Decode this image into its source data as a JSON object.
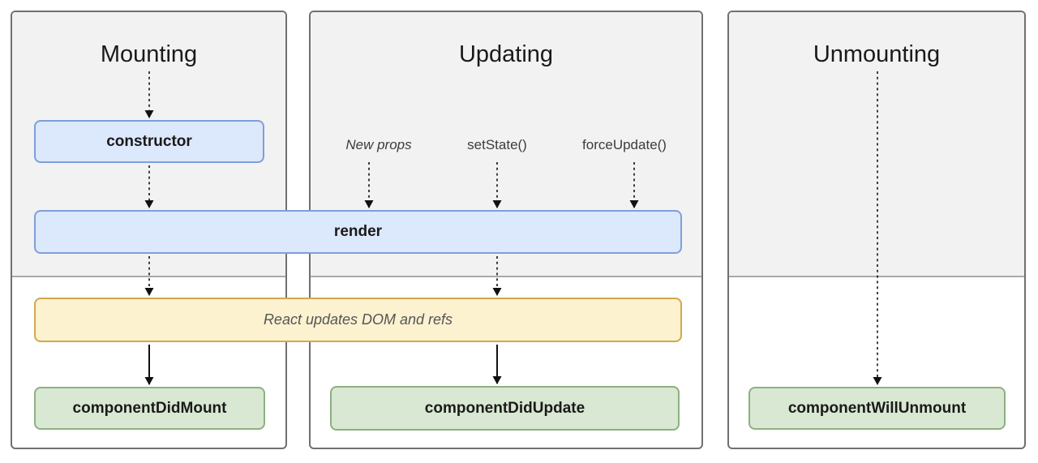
{
  "diagram": {
    "columns": [
      {
        "id": "mounting",
        "title": "Mounting"
      },
      {
        "id": "updating",
        "title": "Updating"
      },
      {
        "id": "unmounting",
        "title": "Unmounting"
      }
    ],
    "triggers": [
      {
        "label": "New props",
        "style": "italic"
      },
      {
        "label": "setState()",
        "style": "normal"
      },
      {
        "label": "forceUpdate()",
        "style": "normal"
      }
    ],
    "boxes": {
      "constructor_box": "constructor",
      "render_box": "render",
      "react_updates_box": "React updates DOM and refs",
      "did_mount_box": "componentDidMount",
      "did_update_box": "componentDidUpdate",
      "will_unmount_box": "componentWillUnmount"
    }
  },
  "colors": {
    "method_bg": "#dce8fb",
    "method_border": "#7e9fd9",
    "action_bg": "#fdf2d0",
    "action_border": "#d0a84f",
    "commit_bg": "#d8e8d2",
    "commit_border": "#8cb180",
    "phase_bg": "#f2f2f2",
    "column_border": "#707070",
    "divider": "#a9a9a9"
  }
}
